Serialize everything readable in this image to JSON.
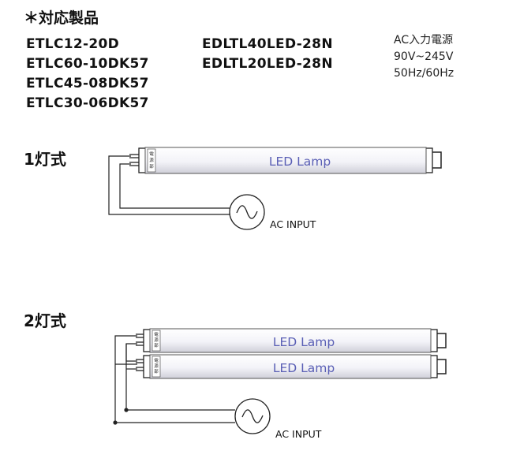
{
  "header": {
    "title": "＊対応製品"
  },
  "models": {
    "left": [
      "ETLC12-20D",
      "ETLC60-10DK57",
      "ETLC45-08DK57",
      "ETLC30-06DK57"
    ],
    "middle": [
      "EDLTL40LED-28N",
      "EDLTL20LED-28N"
    ]
  },
  "power": {
    "title": "AC入力電源",
    "voltage": "90V~245V",
    "frequency": "50Hz/60Hz"
  },
  "diagram1": {
    "label": "1灯式",
    "lamp_text": "LED Lamp",
    "power_tag": [
      "電",
      "源",
      "部"
    ],
    "ac_label": "AC INPUT"
  },
  "diagram2": {
    "label": "2灯式",
    "lamp1_text": "LED Lamp",
    "lamp2_text": "LED Lamp",
    "power_tag": [
      "電",
      "源",
      "部"
    ],
    "ac_label": "AC INPUT"
  },
  "colors": {
    "lamp_text": "#5a5fb5",
    "line": "#222222"
  }
}
